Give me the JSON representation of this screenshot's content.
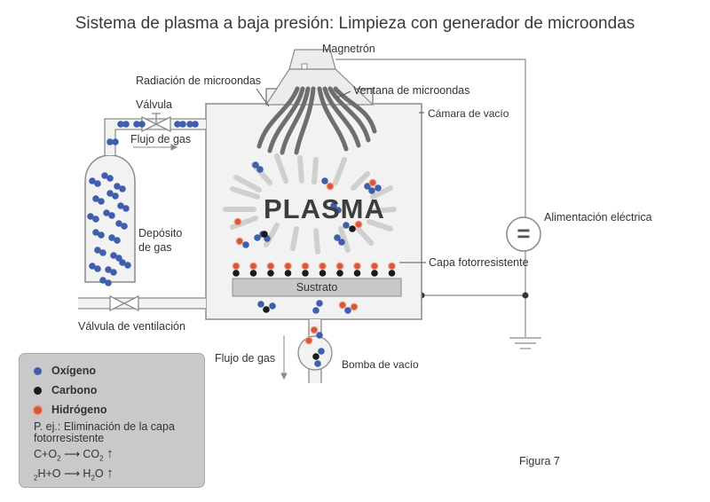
{
  "title": "Sistema de plasma a baja presión: Limpieza con generador de microondas",
  "labels": {
    "magnetron": "Magnetrón",
    "radiacion": "Radiación de microondas",
    "ventana": "Ventana de microondas",
    "camara": "Cámara de vacío",
    "valvula": "Válvula",
    "flujo_gas_top": "Flujo de gas",
    "deposito_1": "Depósito",
    "deposito_2": "de gas",
    "plasma": "PLASMA",
    "alimentacion": "Alimentación eléctrica",
    "equal_symbol": "=",
    "capa": "Capa fotorresistente",
    "sustrato": "Sustrato",
    "valvula_ventilacion": "Válvula de ventilación",
    "flujo_gas_bottom": "Flujo de gas",
    "bomba": "Bomba de vacío"
  },
  "legend": {
    "oxigeno": "Oxígeno",
    "carbono": "Carbono",
    "hidrogeno": "Hidrógeno",
    "note_1": "P. ej.: Eliminación de la capa",
    "note_2": "fotorresistente",
    "eq1_a": "C+O",
    "eq1_b": "2",
    "eq1_c": "CO",
    "eq1_d": "2",
    "eq2_a": "2",
    "eq2_b": "H+O",
    "eq2_c": "H",
    "eq2_d": "2",
    "eq2_e": "O"
  },
  "figure_label": "Figura 7",
  "colors": {
    "oxygen": "#3f5fae",
    "carbon": "#1a1a1a",
    "hydrogen": "#d4583a",
    "line": "#8a8a8a",
    "chamber_fill": "#f2f2f2",
    "legend_bg": "#c9c9c9",
    "substrate": "#c8c8c8",
    "microwave": "#6e6e6e"
  }
}
